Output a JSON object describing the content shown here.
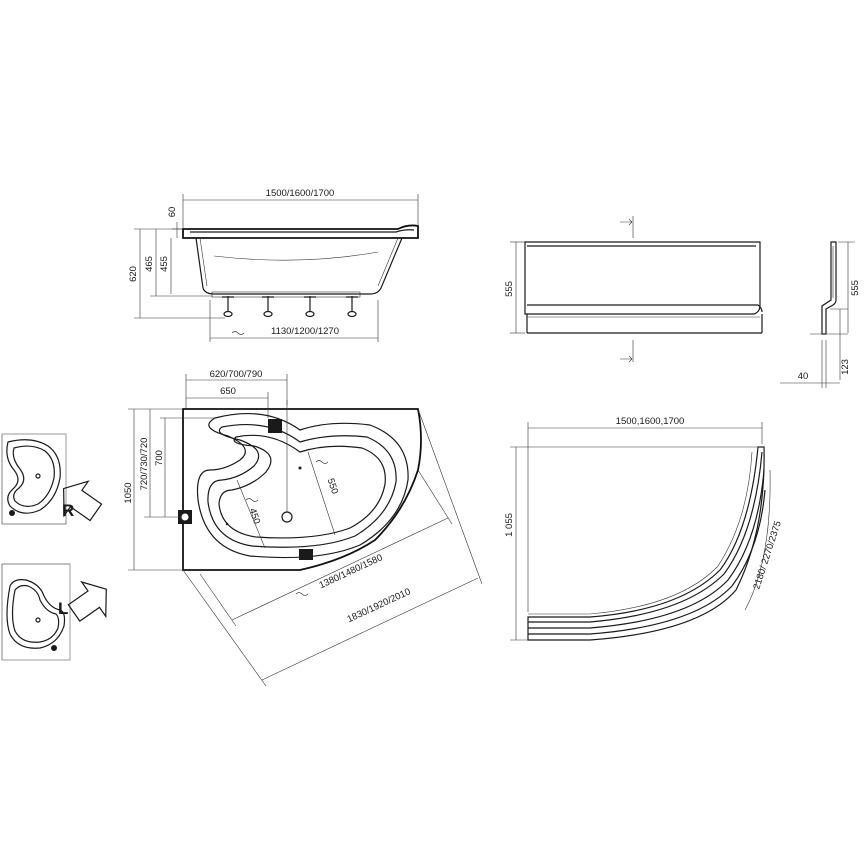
{
  "side_view": {
    "width_label": "1500/1600/1700",
    "rim_label": "60",
    "height_total_label": "620",
    "height_465_label": "465",
    "height_455_label": "455",
    "legs_span_label": "1130/1200/1270"
  },
  "top_view": {
    "width_outer_label": "620/700/790",
    "width_inner_label": "650",
    "depth_total_label": "1050",
    "depth_multi_label": "720/730/720",
    "depth_700_label": "700",
    "basin_450_label": "450",
    "basin_550_label": "550",
    "diag_inner_label": "1380/1480/1580",
    "diag_outer_label": "1830/1920/2010"
  },
  "front_panel": {
    "height_label": "555"
  },
  "panel_profile": {
    "height_label": "555",
    "offset_label": "123",
    "depth_label": "40"
  },
  "curved_panel": {
    "width_label": "1500,1600,1700",
    "depth_label": "1 055",
    "arc_label": "2180/ 2270/2375"
  },
  "variants": {
    "right_letter": "R",
    "left_letter": "L"
  }
}
